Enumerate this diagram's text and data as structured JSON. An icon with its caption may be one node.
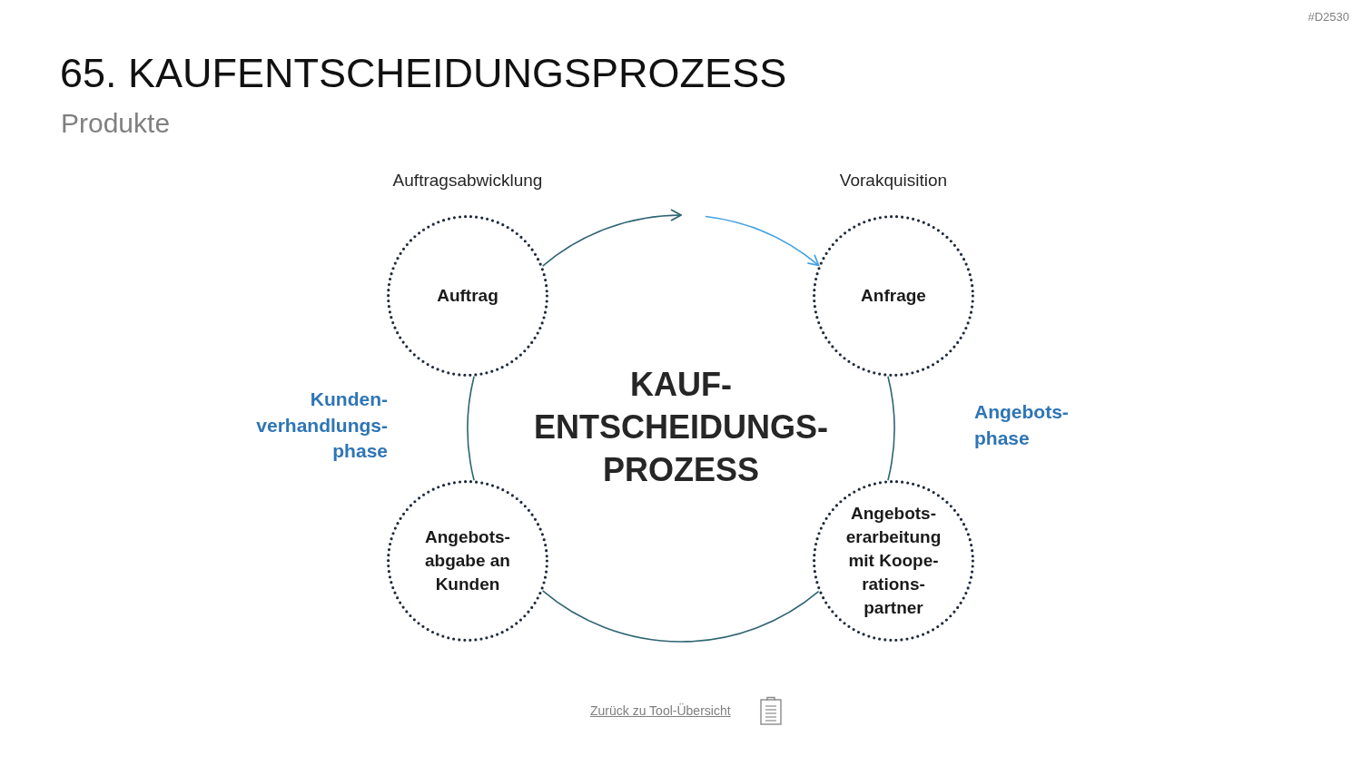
{
  "diagram": {
    "title": "65. KAUFENTSCHEIDUNGSPROZESS",
    "nodes": [
      {
        "text": [
          "Auftrag"
        ]
      },
      {
        "text": [
          "Anfrage"
        ]
      },
      {
        "text": [
          "Angebots- abgabe an Kunden"
        ]
      },
      {
        "text": [
          "Angebots- erarbeitung mit Koope- rations- partner"
        ]
      }
    ],
    "edges": [
      {
        "from": 0,
        "to": null,
        "arrow": "to"
      },
      {
        "from": null,
        "to": 1,
        "arrow": "to",
        "color": "#41a1e0"
      },
      {
        "from": 1,
        "to": 3,
        "arrow": "none"
      },
      {
        "from": 3,
        "to": 2,
        "arrow": "none"
      },
      {
        "from": 2,
        "to": 0,
        "arrow": "none"
      }
    ],
    "labels": [
      "#D2530",
      "Produkte",
      "Auftragsabwicklung",
      "Vorakquisition",
      "Kunden- verhandlungs- phase",
      "KAUF- ENTSCHEIDUNGS- PROZESS",
      "Angebots- phase",
      "Zurück zu Tool-Übersicht"
    ]
  }
}
